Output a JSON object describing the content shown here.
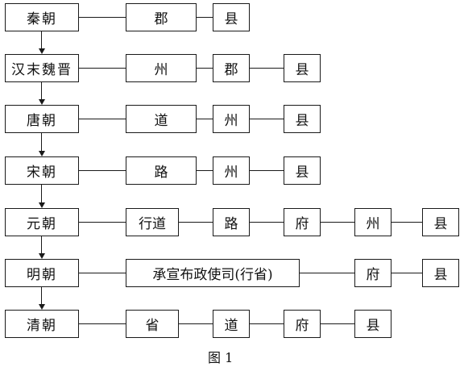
{
  "diagram": {
    "rows": [
      {
        "era": "秦朝",
        "units": [
          "郡",
          "县"
        ]
      },
      {
        "era": "汉末魏晋",
        "units": [
          "州",
          "郡",
          "县"
        ]
      },
      {
        "era": "唐朝",
        "units": [
          "道",
          "州",
          "县"
        ]
      },
      {
        "era": "宋朝",
        "units": [
          "路",
          "州",
          "县"
        ]
      },
      {
        "era": "元朝",
        "units": [
          "行道",
          "路",
          "府",
          "州",
          "县"
        ]
      },
      {
        "era": "明朝",
        "units": [
          "承宣布政使司(行省)",
          "府",
          "县"
        ]
      },
      {
        "era": "清朝",
        "units": [
          "省",
          "道",
          "府",
          "县"
        ]
      }
    ],
    "caption": "图 1"
  }
}
